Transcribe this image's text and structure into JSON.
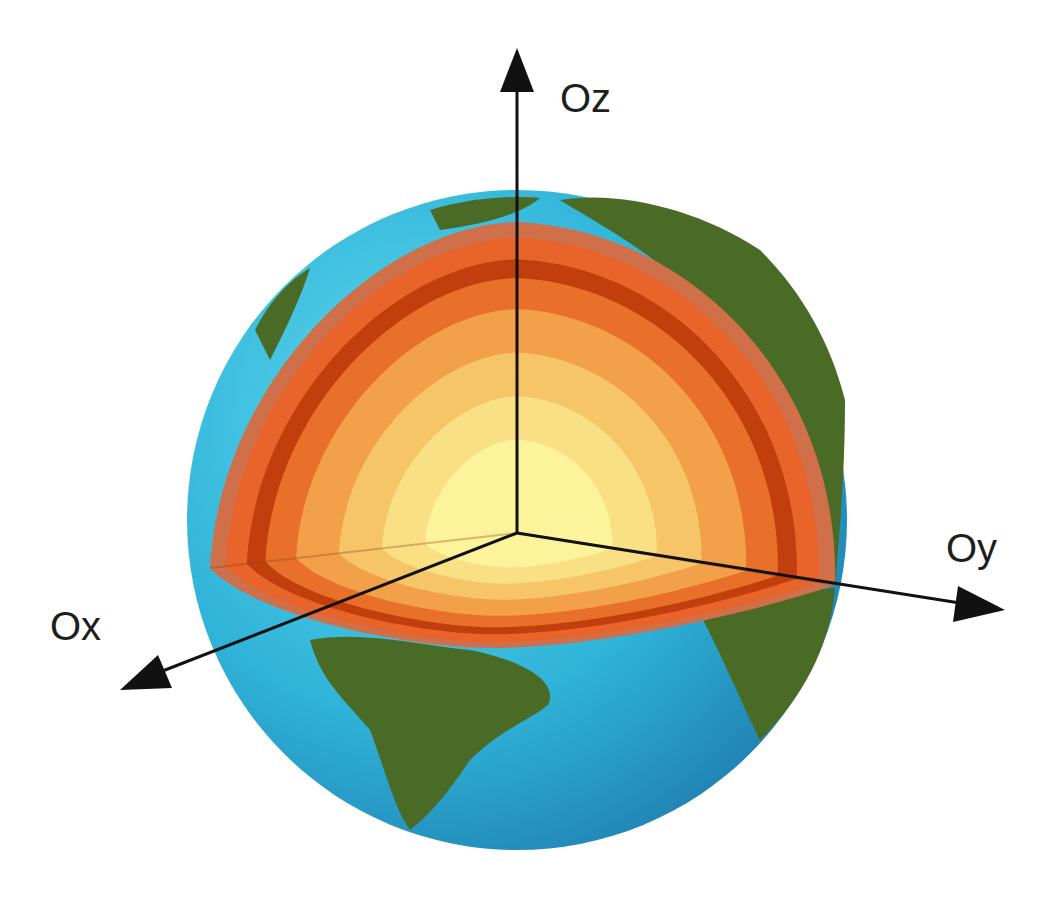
{
  "diagram": {
    "labels": [
      "Oz",
      "Ox",
      "Oy"
    ]
  }
}
